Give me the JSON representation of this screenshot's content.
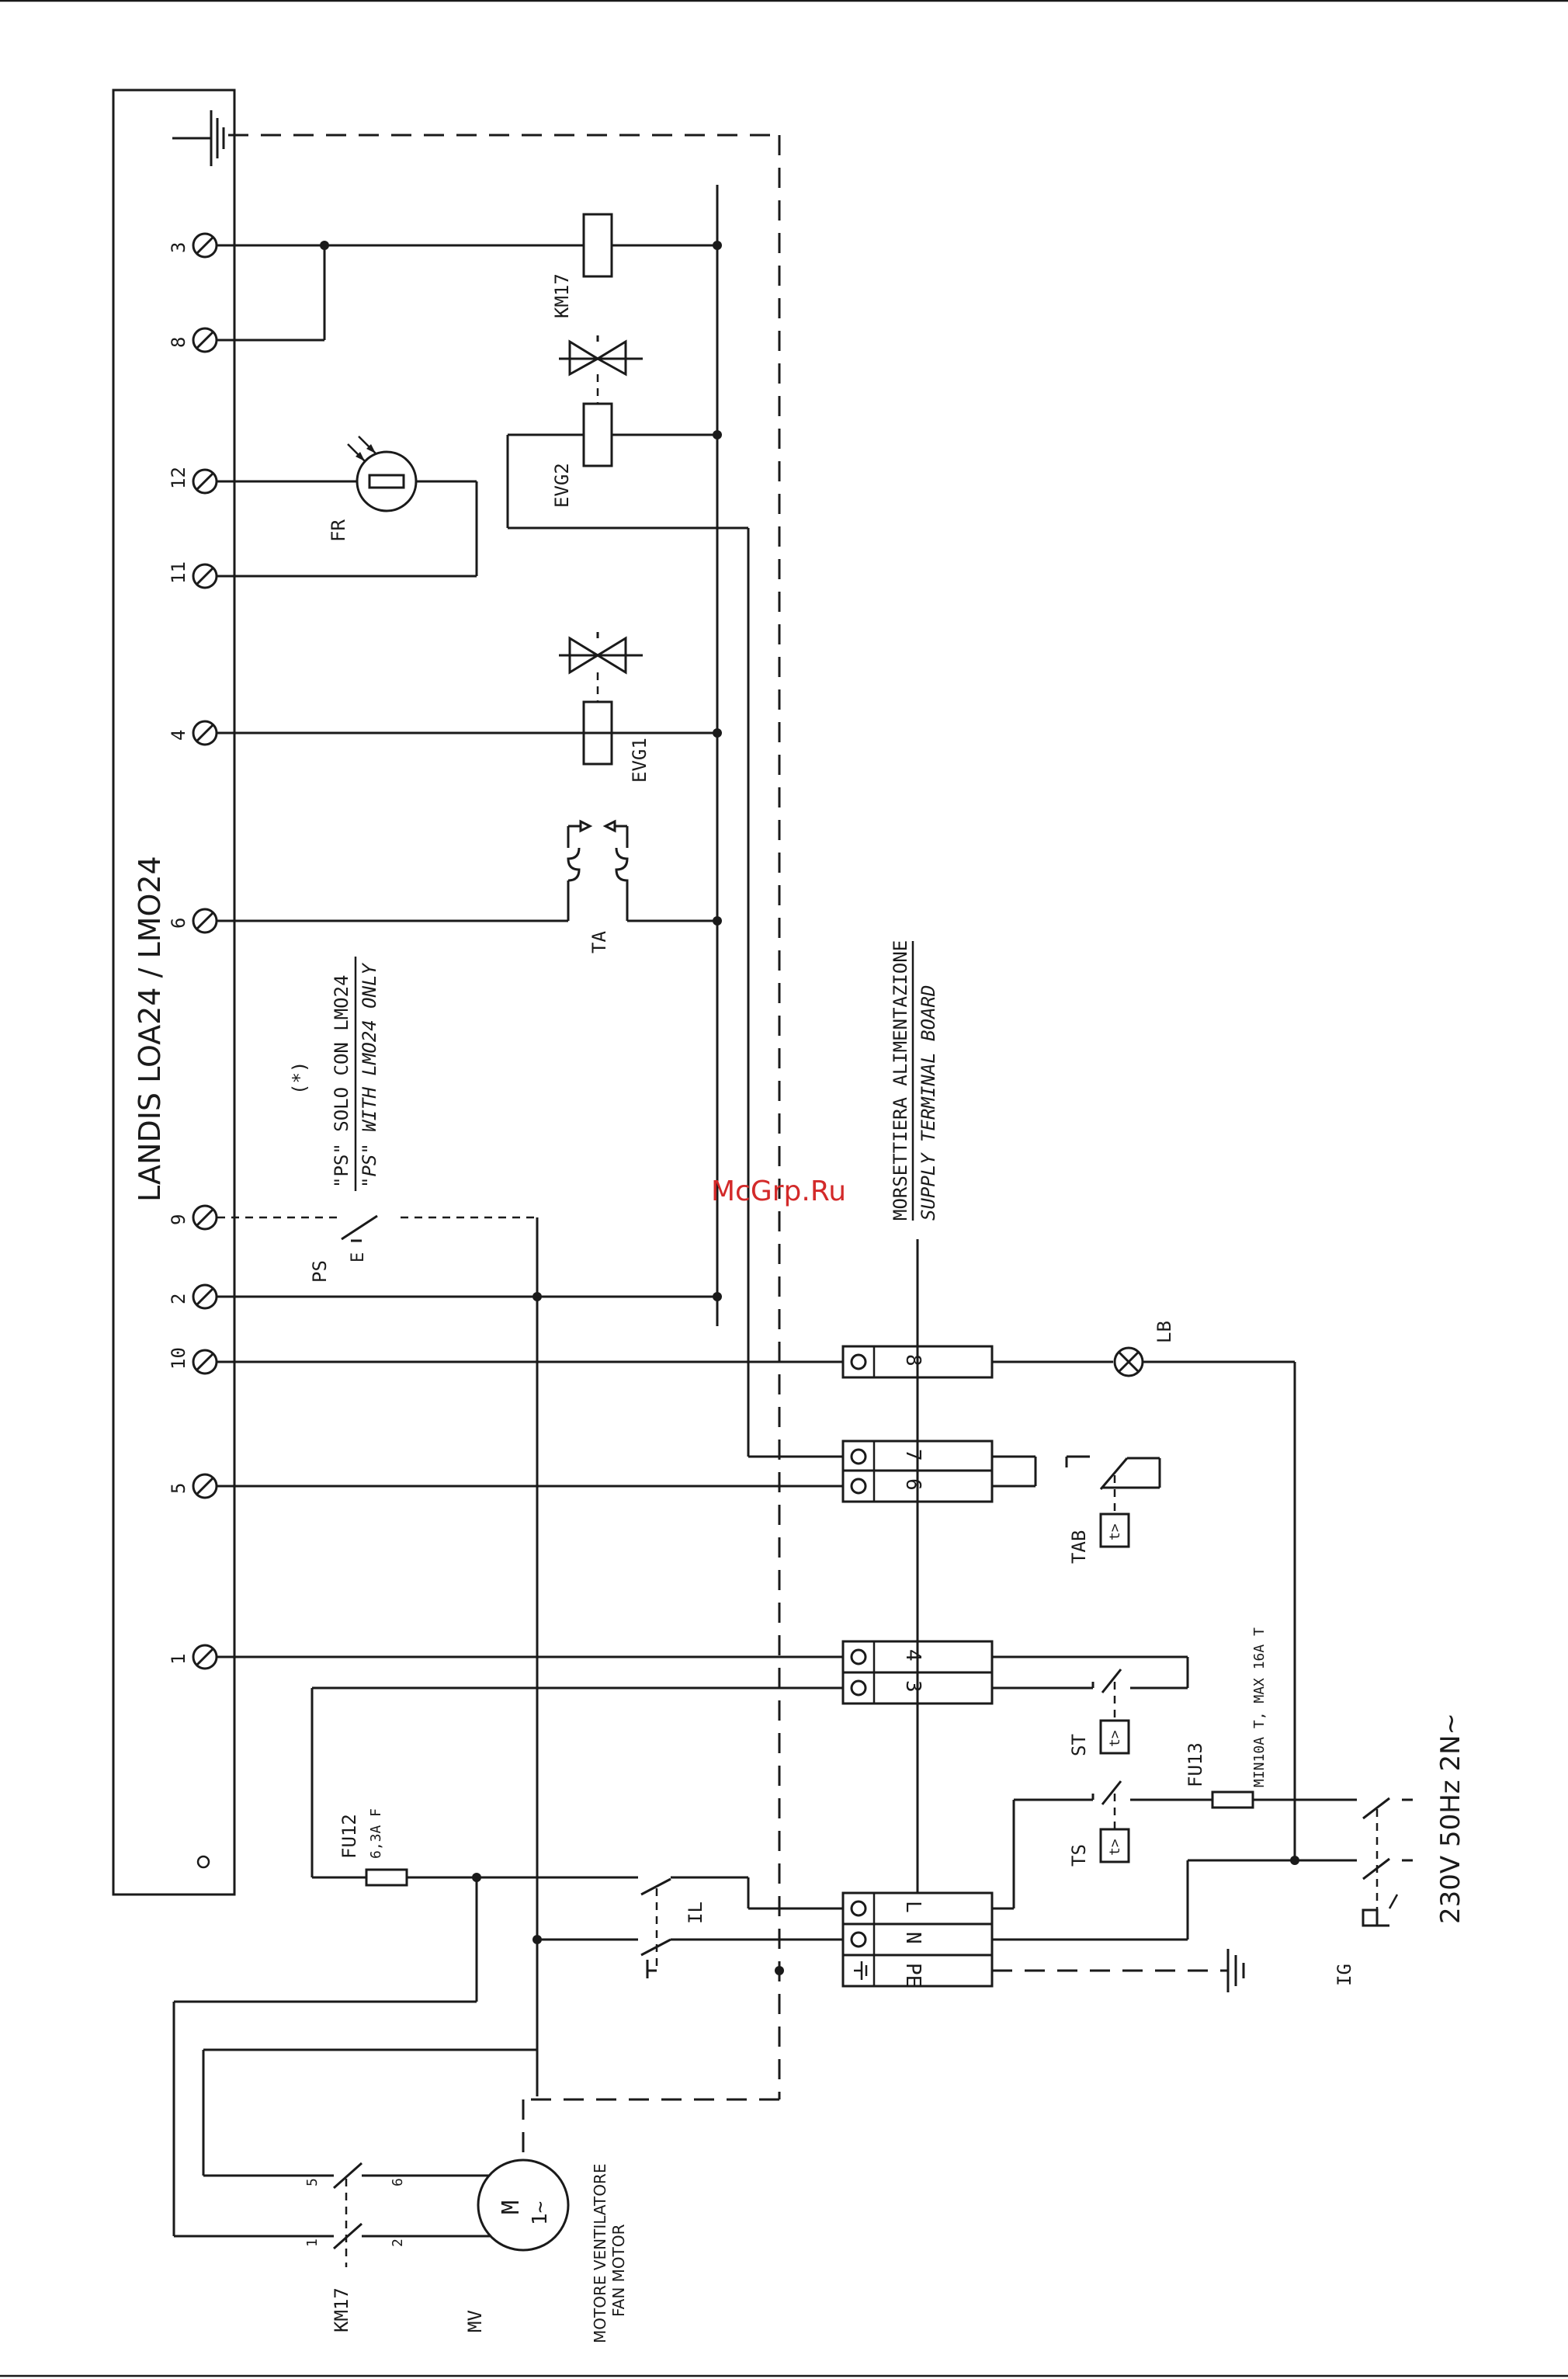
{
  "controller": {
    "title": "LANDIS LOA24 / LMO24",
    "terminals": [
      "3",
      "8",
      "12",
      "11",
      "4",
      "6",
      "9",
      "2",
      "10",
      "5",
      "1"
    ]
  },
  "components": {
    "km17": "KM17",
    "evg2": "EVG2",
    "evg1": "EVG1",
    "fr": "FR",
    "ta": "TA",
    "ps": "PS",
    "ps_contact": "E",
    "lb": "LB",
    "tab": "TAB",
    "st": "ST",
    "ts": "TS",
    "fu12": "FU12",
    "fu12_rating": "6,3A F",
    "fu13": "FU13",
    "fu13_rating": "MIN10A T, MAX 16A T",
    "il": "IL",
    "ig": "IG",
    "mv": "MV",
    "km17_bottom": "KM17",
    "timer_symbol": "t>",
    "motor_symbol_m": "M",
    "motor_symbol_phase": "1~"
  },
  "notes": {
    "star": "(*)",
    "ps_it": "\"PS\" SOLO CON LMO24",
    "ps_en": "\"PS\" WITH LMO24 ONLY",
    "board_it": "MORSETTIERA ALIMENTAZIONE",
    "board_en": "SUPPLY TERMINAL BOARD",
    "supply": "230V 50Hz 2N~",
    "motor_it": "MOTORE VENTILATORE",
    "motor_en": "FAN MOTOR"
  },
  "terminal_board": {
    "labels": [
      "8",
      "7",
      "6",
      "4",
      "3",
      "L",
      "N",
      "PE"
    ]
  },
  "km17_contacts": {
    "c1": "1",
    "c2": "2",
    "c5": "5",
    "c6": "6"
  },
  "watermark": "McGrp.Ru"
}
